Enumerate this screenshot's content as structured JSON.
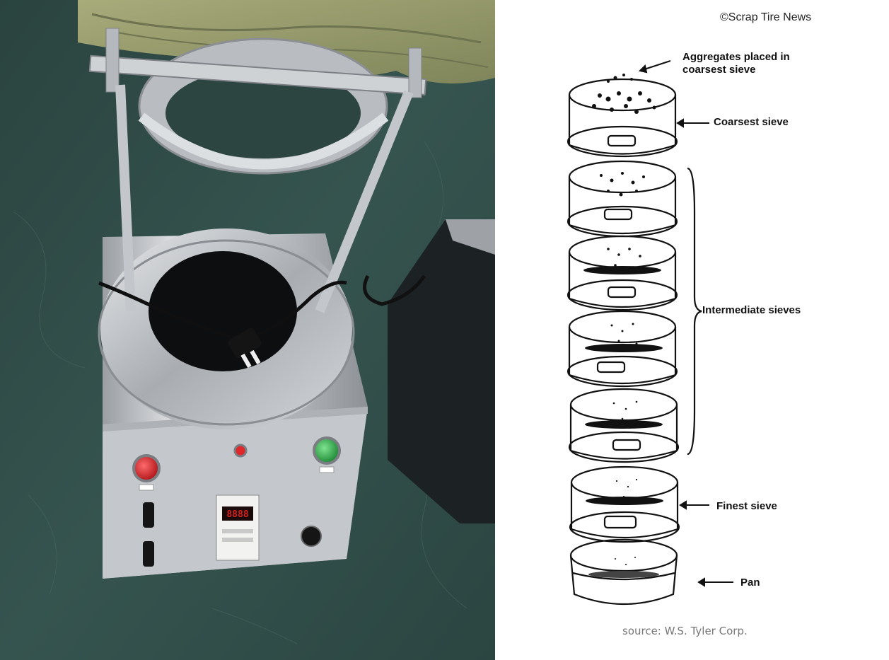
{
  "photo": {
    "display_digits": "8888"
  },
  "diagram": {
    "copyright": "©Scrap Tire News",
    "labels": {
      "aggregates_line1": "Aggregates placed in",
      "aggregates_line2": "coarsest sieve",
      "coarsest": "Coarsest sieve",
      "intermediate": "Intermediate sieves",
      "finest": "Finest sieve",
      "pan": "Pan"
    },
    "source": "source: W.S. Tyler Corp."
  },
  "colors": {
    "floor": "#2f4a45",
    "steel": "#c9ccd0",
    "ink": "#111111",
    "stop_button": "#d8262b",
    "start_button": "#2fae4a",
    "display": "#d81f1f"
  }
}
